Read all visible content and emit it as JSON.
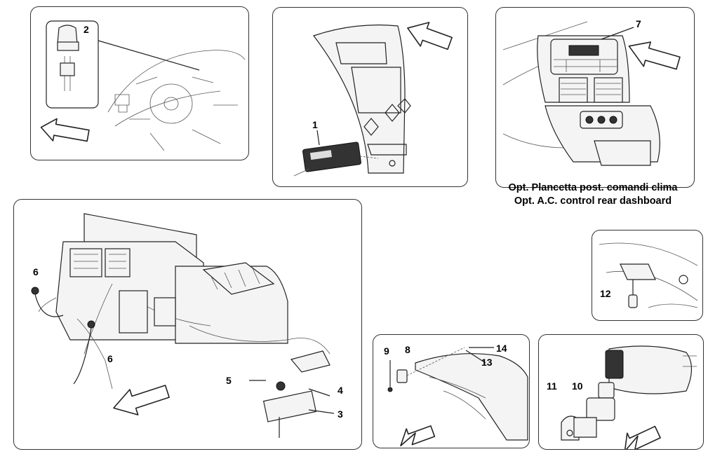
{
  "parts": {
    "p1": "1",
    "p2": "2",
    "p3": "3",
    "p4": "4",
    "p5": "5",
    "p6a": "6",
    "p6b": "6",
    "p7": "7",
    "p8": "8",
    "p9": "9",
    "p10": "10",
    "p11": "11",
    "p12": "12",
    "p13": "13",
    "p14": "14"
  },
  "caption": {
    "line1": "Opt. Plancetta post. comandi clima",
    "line2": "Opt. A.C. control rear dashboard"
  }
}
